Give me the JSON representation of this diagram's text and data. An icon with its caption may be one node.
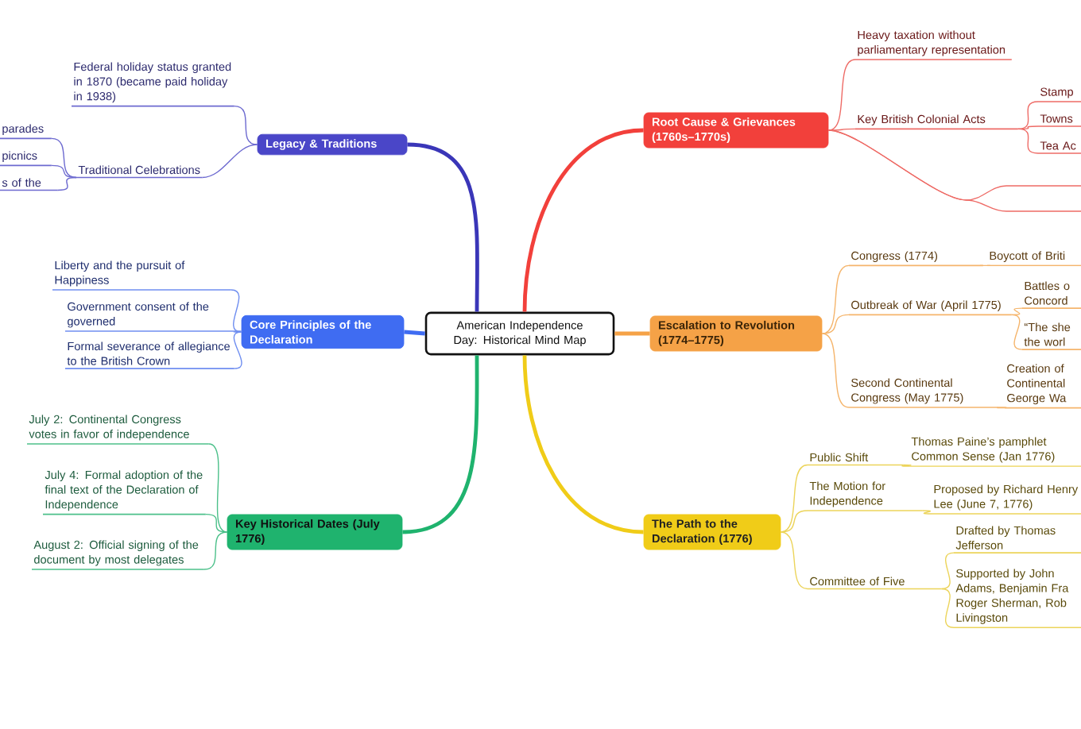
{
  "diagram": {
    "nodes": [
      {
        "text": [
          "American Independence Day: Historical Mind Map"
        ]
      },
      {
        "text": [
          "Legacy & Traditions"
        ]
      },
      {
        "text": [
          "Federal holiday status granted in 1870 (became paid holiday in 1938)"
        ]
      },
      {
        "text": [
          "Traditional Celebrations"
        ]
      },
      {
        "text": [
          "parades"
        ]
      },
      {
        "text": [
          "picnics"
        ]
      },
      {
        "text": [
          "s of the"
        ]
      },
      {
        "text": [
          "Core Principles of the Declaration"
        ]
      },
      {
        "text": [
          "Liberty and the pursuit of Happiness"
        ]
      },
      {
        "text": [
          "Government consent of the governed"
        ]
      },
      {
        "text": [
          "Formal severance of allegiance to the British Crown"
        ]
      },
      {
        "text": [
          "Key Historical Dates (July 1776)"
        ]
      },
      {
        "text": [
          "July 2: Continental Congress votes in favor of independence"
        ]
      },
      {
        "text": [
          "July 4: Formal adoption of the final text of the Declaration of Independence"
        ]
      },
      {
        "text": [
          "August 2: Official signing of the document by most delegates"
        ]
      },
      {
        "text": [
          "Root Cause & Grievances (1760s–1770s)"
        ]
      },
      {
        "text": [
          "Heavy taxation without parliamentary representation"
        ]
      },
      {
        "text": [
          "Key British Colonial Acts"
        ]
      },
      {
        "text": [
          "Stamp"
        ]
      },
      {
        "text": [
          "Towns"
        ]
      },
      {
        "text": [
          "Tea Ac"
        ]
      },
      {
        "text": [
          "Escalation to Revolution (1774–1775)"
        ]
      },
      {
        "text": [
          "Congress (1774)"
        ]
      },
      {
        "text": [
          "Boycott of Briti"
        ]
      },
      {
        "text": [
          "Outbreak of War (April 1775)"
        ]
      },
      {
        "text": [
          "Battles o Concord"
        ]
      },
      {
        "text": [
          "“The she the worl"
        ]
      },
      {
        "text": [
          "Second Continental Congress (May 1775)"
        ]
      },
      {
        "text": [
          "Creation of Continental George Wa"
        ]
      },
      {
        "text": [
          "The Path to the Declaration (1776)"
        ]
      },
      {
        "text": [
          "Public Shift"
        ]
      },
      {
        "text": [
          "Thomas Paine’s pamphlet Common Sense (Jan 1776)"
        ]
      },
      {
        "text": [
          "The Motion for Independence"
        ]
      },
      {
        "text": [
          "Proposed by Richard Henry Lee (June 7, 1776)"
        ]
      },
      {
        "text": [
          "Committee of Five"
        ]
      },
      {
        "text": [
          "Drafted by Thomas Jefferson"
        ]
      },
      {
        "text": [
          "Supported by John Adams, Benjamin Fra Roger Sherman, Rob Livingston"
        ]
      }
    ],
    "edges": [
      {
        "from": 0,
        "to": 1,
        "arrow": "none",
        "style": "thick",
        "color": "#3a36b8"
      },
      {
        "from": 0,
        "to": 7,
        "arrow": "none",
        "style": "thick",
        "color": "#3f6cf2"
      },
      {
        "from": 0,
        "to": 11,
        "arrow": "none",
        "style": "thick",
        "color": "#1fb36e"
      },
      {
        "from": 0,
        "to": 15,
        "arrow": "none",
        "style": "thick",
        "color": "#f2403b"
      },
      {
        "from": 0,
        "to": 21,
        "arrow": "none",
        "style": "thick",
        "color": "#f5a247"
      },
      {
        "from": 0,
        "to": 29,
        "arrow": "none",
        "style": "thick",
        "color": "#f0cc18"
      },
      {
        "from": 1,
        "to": 2,
        "arrow": "none",
        "color": "#6d6ad0"
      },
      {
        "from": 1,
        "to": 3,
        "arrow": "none",
        "color": "#6d6ad0"
      },
      {
        "from": 3,
        "to": 4,
        "arrow": "none",
        "color": "#6d6ad0"
      },
      {
        "from": 3,
        "to": 5,
        "arrow": "none",
        "color": "#6d6ad0"
      },
      {
        "from": 3,
        "to": 6,
        "arrow": "none",
        "color": "#6d6ad0"
      },
      {
        "from": 7,
        "to": 8,
        "arrow": "none",
        "color": "#6f8ef0"
      },
      {
        "from": 7,
        "to": 9,
        "arrow": "none",
        "color": "#6f8ef0"
      },
      {
        "from": 7,
        "to": 10,
        "arrow": "none",
        "color": "#6f8ef0"
      },
      {
        "from": 11,
        "to": 12,
        "arrow": "none",
        "color": "#4cc08a"
      },
      {
        "from": 11,
        "to": 13,
        "arrow": "none",
        "color": "#4cc08a"
      },
      {
        "from": 11,
        "to": 14,
        "arrow": "none",
        "color": "#4cc08a"
      },
      {
        "from": 15,
        "to": 16,
        "arrow": "none",
        "color": "#ee6b66"
      },
      {
        "from": 15,
        "to": 17,
        "arrow": "none",
        "color": "#ee6b66"
      },
      {
        "from": 17,
        "to": 18,
        "arrow": "none",
        "color": "#ee6b66"
      },
      {
        "from": 17,
        "to": 19,
        "arrow": "none",
        "color": "#ee6b66"
      },
      {
        "from": 17,
        "to": 20,
        "arrow": "none",
        "color": "#ee6b66"
      },
      {
        "from": 15,
        "to": null,
        "arrow": "none",
        "color": "#ee6b66"
      },
      {
        "from": 15,
        "to": null,
        "arrow": "none",
        "color": "#ee6b66"
      },
      {
        "from": 21,
        "to": 22,
        "arrow": "none",
        "color": "#f5b56c"
      },
      {
        "from": 21,
        "to": 24,
        "arrow": "none",
        "color": "#f5b56c"
      },
      {
        "from": 21,
        "to": 27,
        "arrow": "none",
        "color": "#f5b56c"
      },
      {
        "from": 22,
        "to": 23,
        "arrow": "none",
        "color": "#f5b56c"
      },
      {
        "from": 24,
        "to": 25,
        "arrow": "none",
        "color": "#f5b56c"
      },
      {
        "from": 24,
        "to": 26,
        "arrow": "none",
        "color": "#f5b56c"
      },
      {
        "from": 27,
        "to": 28,
        "arrow": "none",
        "color": "#f5b56c"
      },
      {
        "from": 29,
        "to": 30,
        "arrow": "none",
        "color": "#ecd45a"
      },
      {
        "from": 29,
        "to": 32,
        "arrow": "none",
        "color": "#ecd45a"
      },
      {
        "from": 29,
        "to": 34,
        "arrow": "none",
        "color": "#ecd45a"
      },
      {
        "from": 30,
        "to": 31,
        "arrow": "none",
        "color": "#ecd45a"
      },
      {
        "from": 32,
        "to": 33,
        "arrow": "none",
        "color": "#ecd45a"
      },
      {
        "from": 34,
        "to": 35,
        "arrow": "none",
        "color": "#ecd45a"
      },
      {
        "from": 34,
        "to": 36,
        "arrow": "none",
        "color": "#ecd45a"
      }
    ]
  }
}
